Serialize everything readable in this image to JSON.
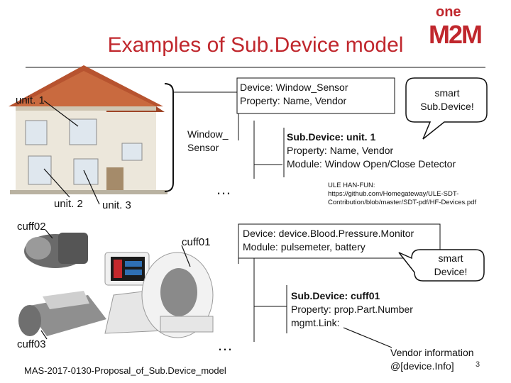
{
  "logo": {
    "top": "one",
    "bottom": "M2M"
  },
  "title": "Examples of Sub.Device model",
  "house": {
    "unit1": "unit. 1",
    "unit2": "unit. 2",
    "unit3": "unit. 3"
  },
  "window_sensor": {
    "device_line1": "Device: Window_Sensor",
    "device_line2": "Property: Name, Vendor",
    "bubble_line1": "smart",
    "bubble_line2": "Sub.Device!",
    "label_line1": "Window_",
    "label_line2": "Sensor",
    "sub_line1": "Sub.Device: unit. 1",
    "sub_line2": "Property: Name, Vendor",
    "sub_line3": "Module: Window Open/Close Detector",
    "dots": "…",
    "ref_line1": "ULE HAN-FUN:",
    "ref_line2": "https://github.com/Homegateway/ULE-SDT-",
    "ref_line3": "Contribution/blob/master/SDT-pdf/HF-Devices.pdf"
  },
  "blood_pressure": {
    "cuff02": "cuff02",
    "cuff01": "cuff01",
    "cuff03": "cuff03",
    "device_line1": "Device: device.Blood.Pressure.Monitor",
    "device_line2": "Module: pulsemeter, battery",
    "bubble_line1": "smart",
    "bubble_line2": "Device!",
    "sub_line1": "Sub.Device: cuff01",
    "sub_line2": "Property: prop.Part.Number",
    "sub_line3": "mgmt.Link:",
    "dots": "…",
    "vendor_line1": "Vendor information",
    "vendor_line2": "@[device.Info]"
  },
  "footer": {
    "doc_id": "MAS-2017-0130-Proposal_of_Sub.Device_model",
    "page_number": "3"
  },
  "colors": {
    "title": "#c0272d",
    "logo": "#c0272d",
    "rule": "#8a8a8a"
  }
}
